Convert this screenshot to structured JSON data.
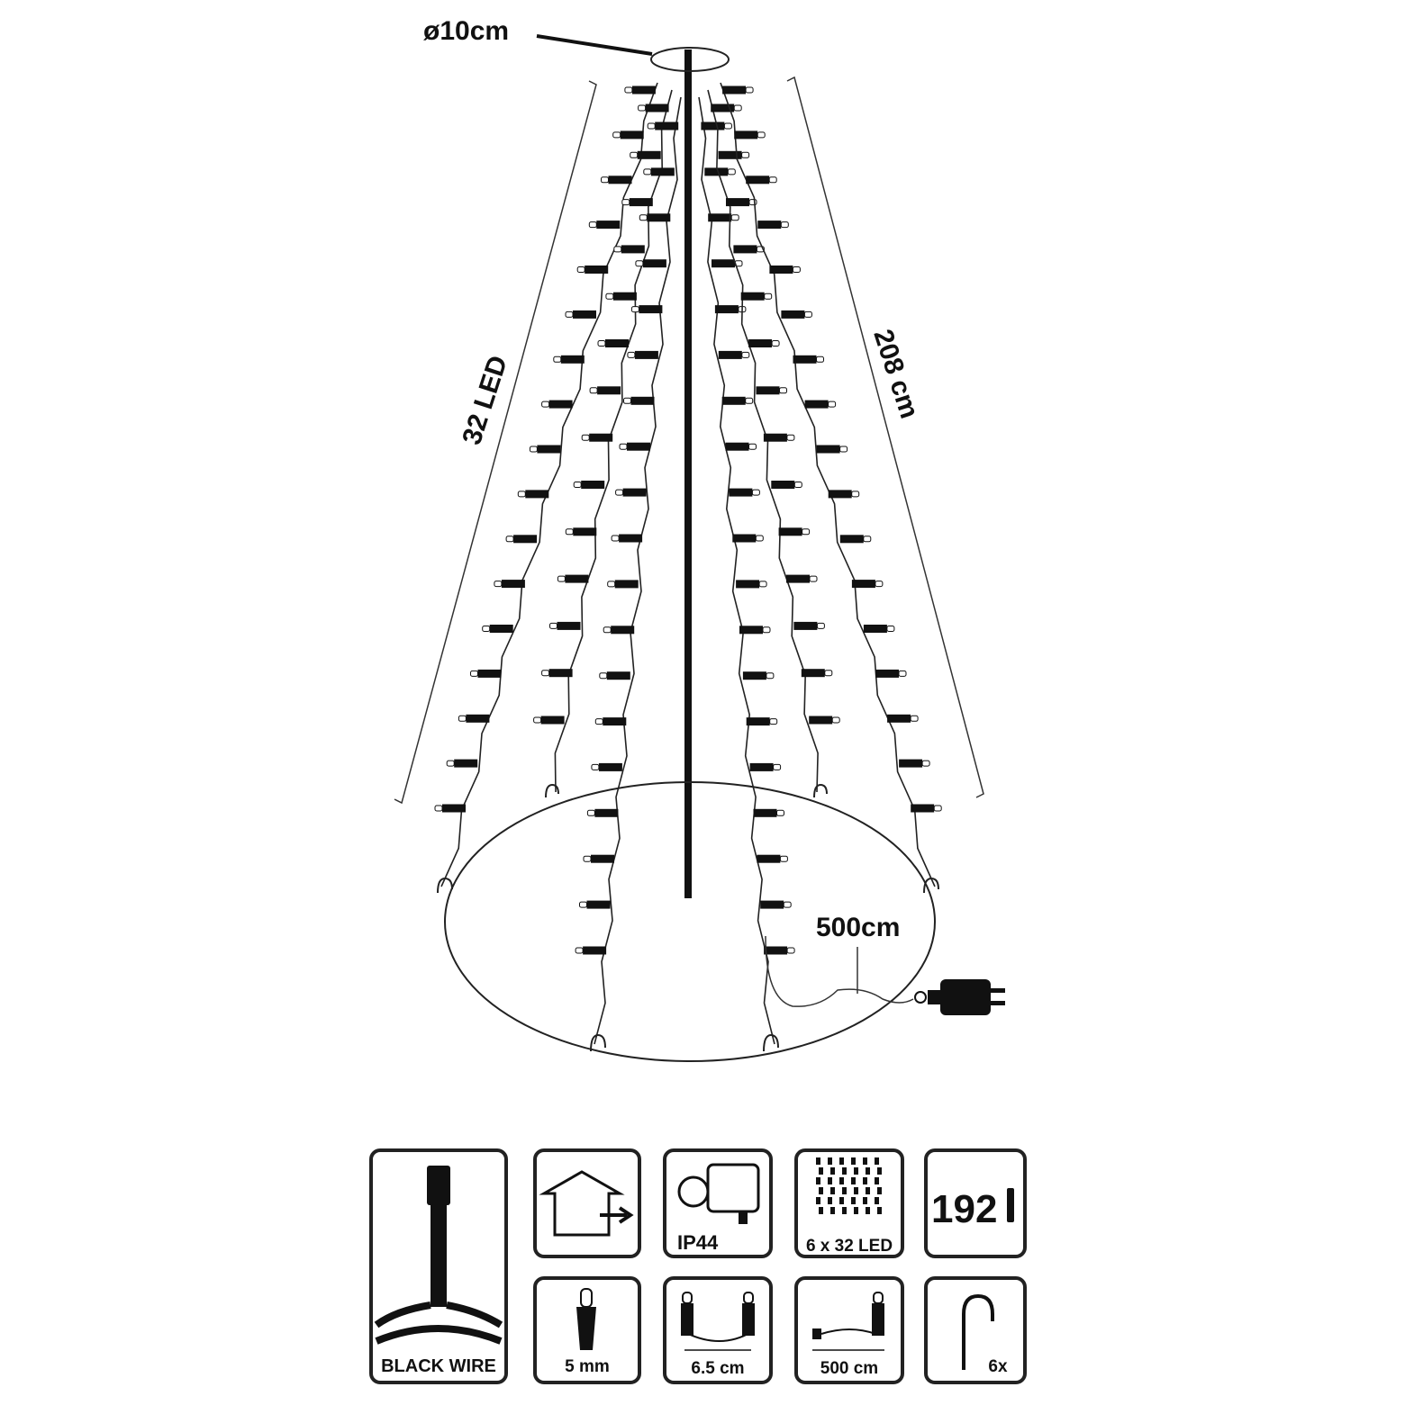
{
  "diagram": {
    "top_ring_label": "ø10cm",
    "strand_led_label": "32 LED",
    "strand_length_label": "208 cm",
    "lead_cable_label": "500cm"
  },
  "icons": {
    "black_wire": "BLACK WIRE",
    "ip_rating": "IP44",
    "led_layout": "6 x 32 LED",
    "led_total": "192",
    "bulb_size": "5 mm",
    "led_spacing": "6.5 cm",
    "cable_length": "500 cm",
    "hook_count": "6x"
  }
}
